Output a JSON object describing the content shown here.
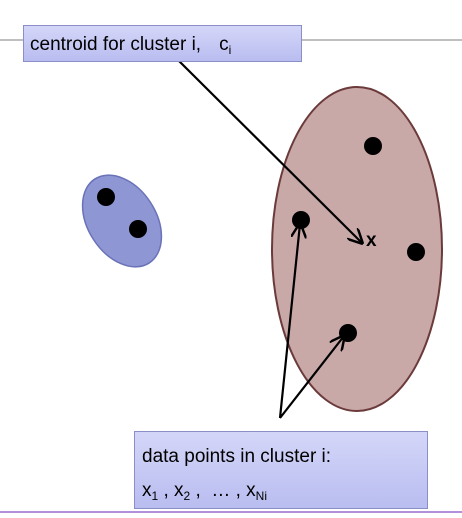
{
  "labels": {
    "centroid": {
      "text": "centroid for cluster i,",
      "symbol": "c",
      "symbol_subscript": "i"
    },
    "data_points": {
      "line1": "data points in cluster i:",
      "x1_base": "x",
      "x1_sub": "1",
      "sep1": " , ",
      "x2_base": "x",
      "x2_sub": "2",
      "sep2": " ,  … , ",
      "xn_base": "x",
      "xn_sub": "Ni"
    },
    "centroid_marker": "x"
  },
  "colors": {
    "small_cluster_fill": "#8e96d4",
    "small_cluster_stroke": "#6a72b8",
    "big_cluster_fill": "#c9a9a8",
    "big_cluster_stroke": "#6b3a3a",
    "point": "#000000",
    "label_box_top": "#d4d6f8",
    "label_box_bottom": "#b9bdf0",
    "top_rule": "#7f7f7f",
    "bottom_rule": "#9a6bd0"
  }
}
